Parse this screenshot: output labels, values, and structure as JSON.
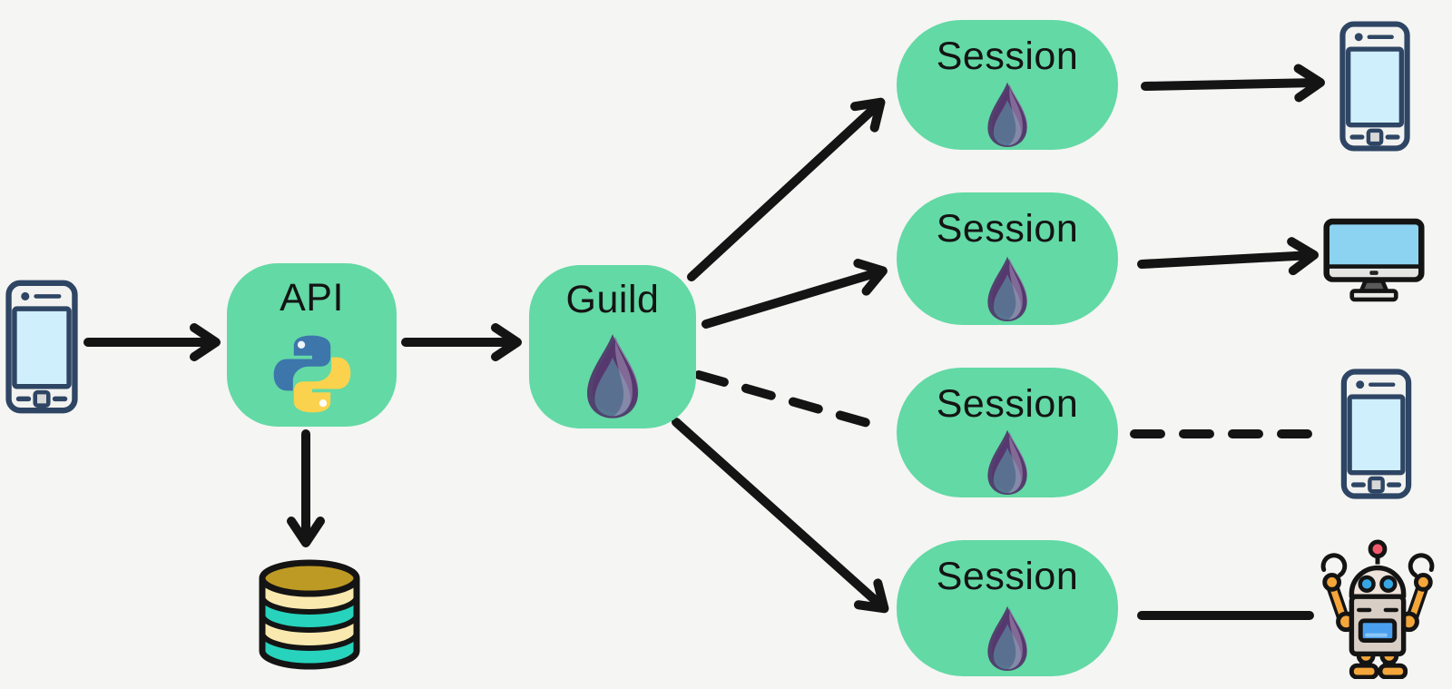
{
  "diagram": {
    "kind": "architecture-flow",
    "colors": {
      "background": "#f5f5f3",
      "node_green": "#63d9a5",
      "arrow_black": "#141414",
      "elixir_purple": "#4e2e67",
      "python_blue": "#3d76ab",
      "python_yellow": "#fbd24d",
      "database_gold": "#bd9a23",
      "database_yellow": "#fae9ae",
      "database_teal": "#27d3bd",
      "device_outline": "#2e4564",
      "device_screen_blue": "#cfeffd",
      "monitor_screen_blue": "#8bd3f0"
    },
    "nodes": {
      "api": {
        "label": "API",
        "icon": "python-logo-icon"
      },
      "guild": {
        "label": "Guild",
        "icon": "elixir-drop-icon"
      },
      "sessions": [
        {
          "label": "Session",
          "icon": "elixir-drop-icon",
          "target": "smartphone-icon",
          "link_style": "solid-arrow"
        },
        {
          "label": "Session",
          "icon": "elixir-drop-icon",
          "target": "desktop-monitor-icon",
          "link_style": "solid-arrow"
        },
        {
          "label": "Session",
          "icon": "elixir-drop-icon",
          "target": "smartphone-icon",
          "link_style": "dashed-line"
        },
        {
          "label": "Session",
          "icon": "elixir-drop-icon",
          "target": "robot-icon",
          "link_style": "solid-line"
        }
      ]
    },
    "devices": {
      "client": "smartphone-icon",
      "storage": "database-icon"
    },
    "edges": [
      {
        "from": "client-phone",
        "to": "api",
        "style": "solid-arrow"
      },
      {
        "from": "api",
        "to": "database",
        "style": "solid-arrow"
      },
      {
        "from": "api",
        "to": "guild",
        "style": "solid-arrow"
      },
      {
        "from": "guild",
        "to": "session-1",
        "style": "solid-arrow"
      },
      {
        "from": "guild",
        "to": "session-2",
        "style": "solid-arrow"
      },
      {
        "from": "guild",
        "to": "session-3",
        "style": "dashed-line"
      },
      {
        "from": "guild",
        "to": "session-4",
        "style": "solid-arrow"
      },
      {
        "from": "session-1",
        "to": "smartphone",
        "style": "solid-arrow"
      },
      {
        "from": "session-2",
        "to": "monitor",
        "style": "solid-arrow"
      },
      {
        "from": "session-3",
        "to": "smartphone",
        "style": "dashed-line"
      },
      {
        "from": "session-4",
        "to": "robot",
        "style": "solid-line"
      }
    ]
  }
}
